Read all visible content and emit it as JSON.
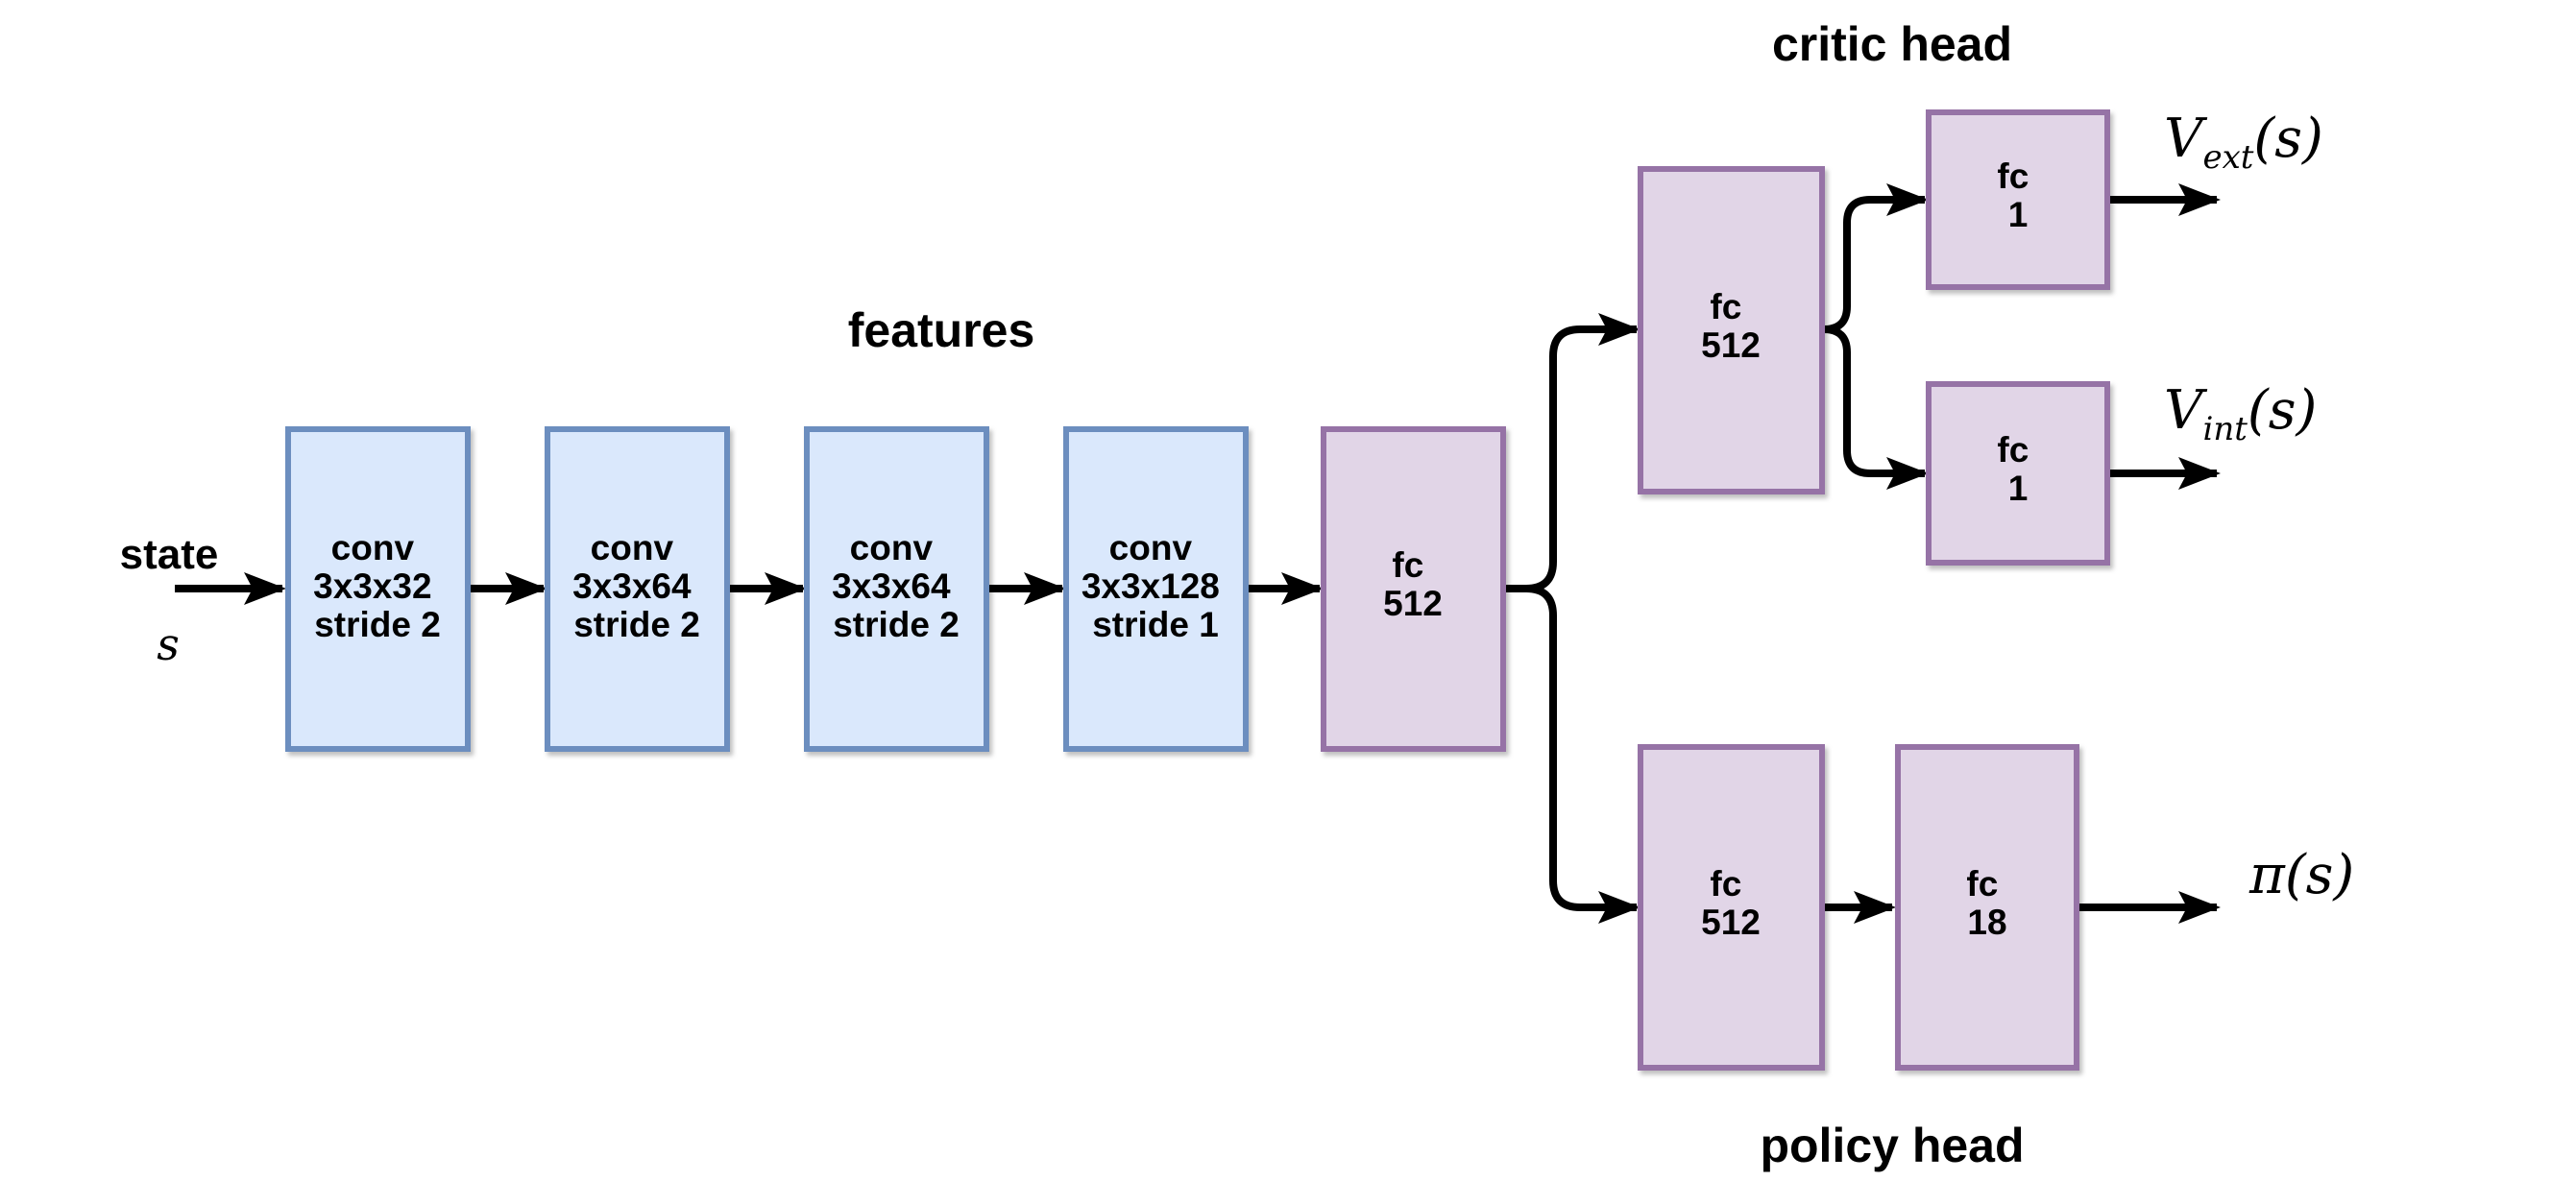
{
  "diagram": {
    "section_labels": {
      "features": "features",
      "critic_head": "critic head",
      "policy_head": "policy head"
    },
    "input": {
      "label": "state",
      "symbol": "s"
    },
    "boxes": {
      "conv1": {
        "line1": "conv",
        "line2": "3x3x32",
        "line3": "stride 2"
      },
      "conv2": {
        "line1": "conv",
        "line2": "3x3x64",
        "line3": "stride 2"
      },
      "conv3": {
        "line1": "conv",
        "line2": "3x3x64",
        "line3": "stride 2"
      },
      "conv4": {
        "line1": "conv",
        "line2": "3x3x128",
        "line3": "stride 1"
      },
      "trunk_fc": {
        "line1": "fc",
        "line2": "512"
      },
      "critic_fc": {
        "line1": "fc",
        "line2": "512"
      },
      "critic_ext_fc": {
        "line1": "fc",
        "line2": "1"
      },
      "critic_int_fc": {
        "line1": "fc",
        "line2": "1"
      },
      "policy_fc": {
        "line1": "fc",
        "line2": "512"
      },
      "policy_out_fc": {
        "line1": "fc",
        "line2": "18"
      }
    },
    "outputs": {
      "v_ext": {
        "pre": "V",
        "sub": "ext",
        "post": "(s)"
      },
      "v_int": {
        "pre": "V",
        "sub": "int",
        "post": "(s)"
      },
      "pi": {
        "pre": "π",
        "post": "(s)"
      }
    },
    "colors": {
      "conv_fill": "#dae8fc",
      "conv_stroke": "#6c8ebf",
      "fc_fill": "#e1d5e7",
      "fc_stroke": "#9673a6",
      "arrow": "#000000",
      "text": "#000000",
      "background": "#ffffff"
    }
  }
}
